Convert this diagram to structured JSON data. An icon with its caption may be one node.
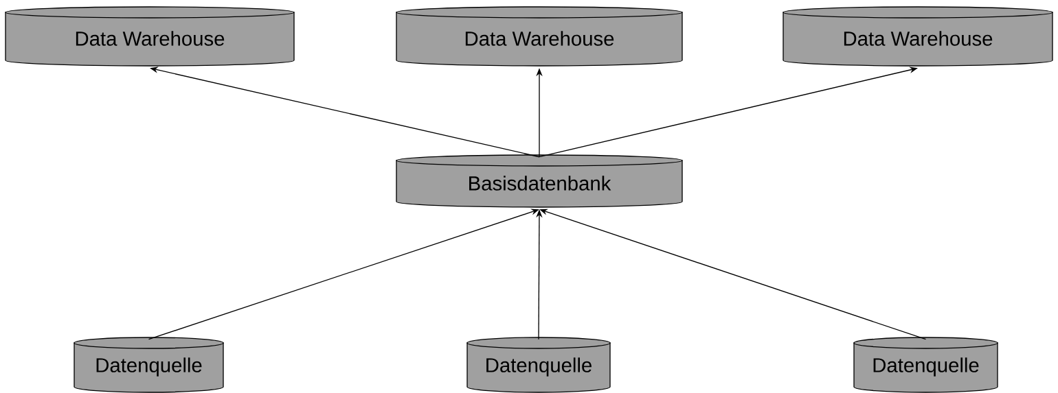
{
  "diagram": {
    "nodes": [
      {
        "text": [
          "Data Warehouse"
        ]
      },
      {
        "text": [
          "Data Warehouse"
        ]
      },
      {
        "text": [
          "Data Warehouse"
        ]
      },
      {
        "text": [
          "Basisdatenbank"
        ]
      },
      {
        "text": [
          "Datenquelle"
        ]
      },
      {
        "text": [
          "Datenquelle"
        ]
      },
      {
        "text": [
          "Datenquelle"
        ]
      }
    ],
    "edges": [
      {
        "from": 3,
        "to": 0,
        "arrow": "to"
      },
      {
        "from": 3,
        "to": 1,
        "arrow": "to"
      },
      {
        "from": 3,
        "to": 2,
        "arrow": "to"
      },
      {
        "from": 4,
        "to": 3,
        "arrow": "to"
      },
      {
        "from": 5,
        "to": 3,
        "arrow": "to"
      },
      {
        "from": 6,
        "to": 3,
        "arrow": "to"
      }
    ]
  }
}
